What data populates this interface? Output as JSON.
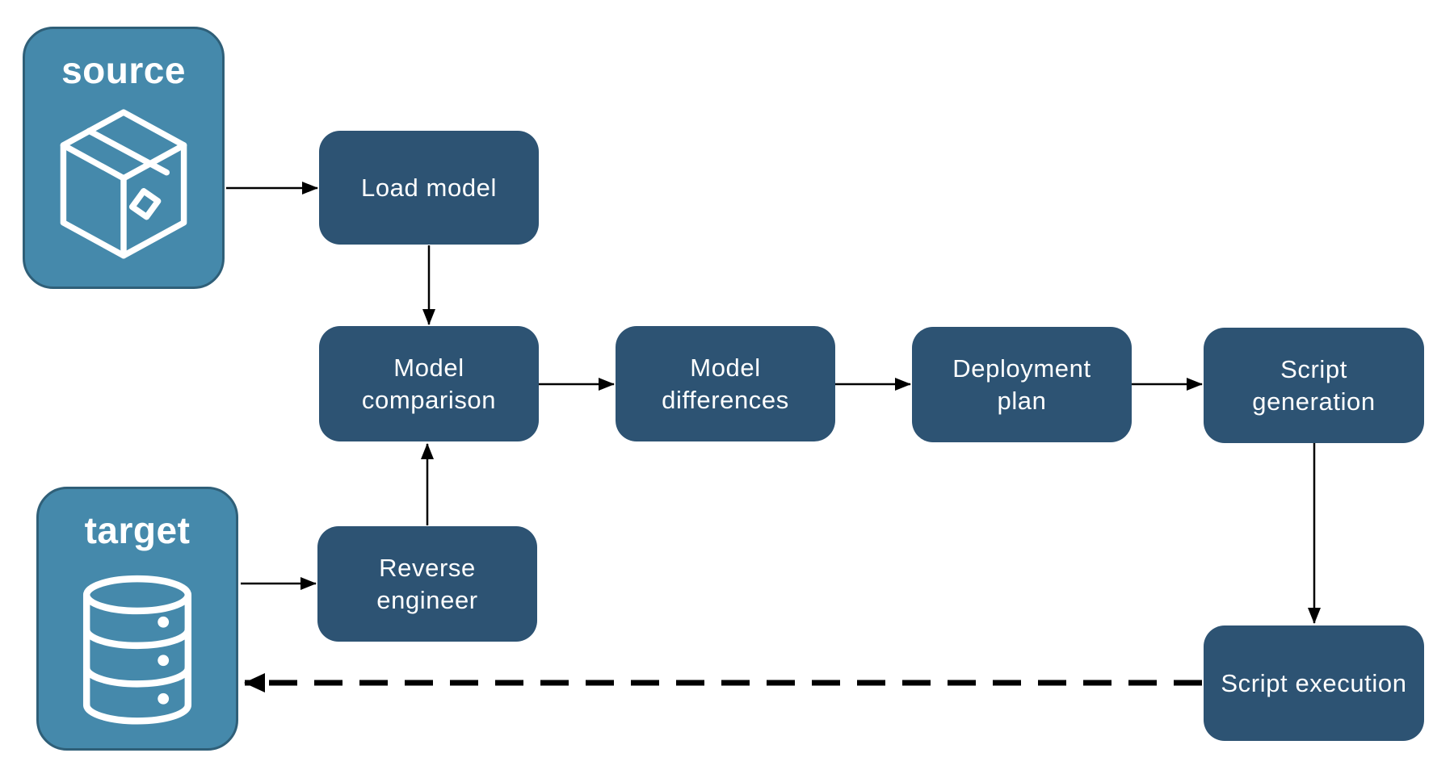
{
  "diagram": {
    "endpoints": {
      "source": {
        "label": "source",
        "icon": "package-icon"
      },
      "target": {
        "label": "target",
        "icon": "database-icon"
      }
    },
    "nodes": {
      "load_model": {
        "label": "Load model"
      },
      "model_comparison": {
        "label": "Model comparison"
      },
      "model_differences": {
        "label": "Model differences"
      },
      "deployment_plan": {
        "label": "Deployment plan"
      },
      "script_generation": {
        "label": "Script generation"
      },
      "reverse_engineer": {
        "label": "Reverse engineer"
      },
      "script_execution": {
        "label": "Script execution"
      }
    },
    "edges": [
      {
        "from": "source",
        "to": "load_model",
        "style": "solid"
      },
      {
        "from": "load_model",
        "to": "model_comparison",
        "style": "solid"
      },
      {
        "from": "model_comparison",
        "to": "model_differences",
        "style": "solid"
      },
      {
        "from": "model_differences",
        "to": "deployment_plan",
        "style": "solid"
      },
      {
        "from": "deployment_plan",
        "to": "script_generation",
        "style": "solid"
      },
      {
        "from": "script_generation",
        "to": "script_execution",
        "style": "solid"
      },
      {
        "from": "target",
        "to": "reverse_engineer",
        "style": "solid"
      },
      {
        "from": "reverse_engineer",
        "to": "model_comparison",
        "style": "solid"
      },
      {
        "from": "script_execution",
        "to": "target",
        "style": "dashed"
      }
    ],
    "colors": {
      "node_fill": "#2D5373",
      "endpoint_fill": "#4589AB",
      "endpoint_border": "#2F5F78",
      "text": "#FFFFFF",
      "arrow": "#000000",
      "background": "#FFFFFF"
    }
  }
}
